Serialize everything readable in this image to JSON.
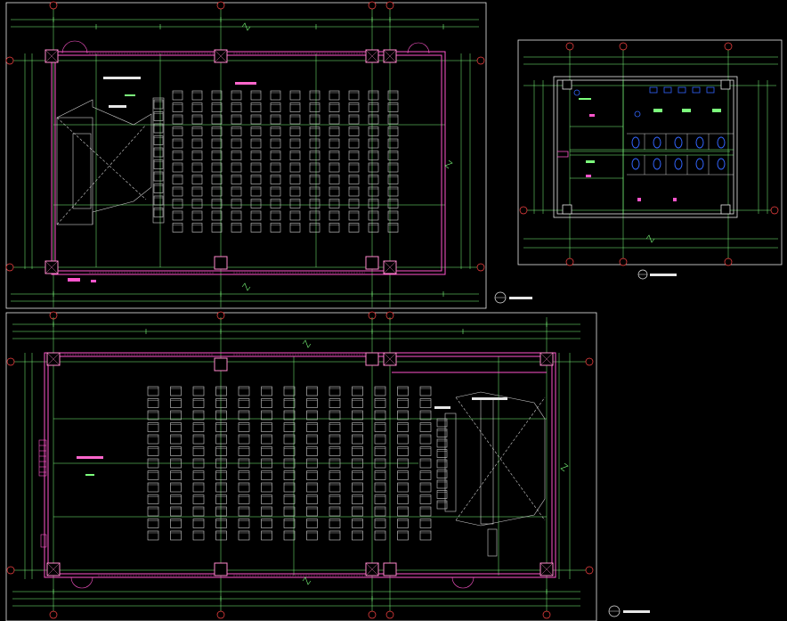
{
  "drawing": {
    "background": "#000000",
    "colors": {
      "frame": "#e8e8e8",
      "dim": "#7CFF7C",
      "wall": "#ff55cc",
      "column": "#ff88cc",
      "seat": "#d0d0d0",
      "grid_bubble": "#ff4444",
      "toilet": "#3366ff",
      "stage": "#cfcfcf"
    },
    "icons": [
      "grid-bubble-icon",
      "door-swing-icon",
      "seat-icon",
      "toilet-icon",
      "stage-icon",
      "north-label-icon"
    ]
  },
  "plans": [
    {
      "id": "plan-1",
      "title": "",
      "scale": ""
    },
    {
      "id": "plan-2",
      "title": "",
      "scale": ""
    },
    {
      "id": "plan-3",
      "title": "",
      "scale": ""
    }
  ]
}
